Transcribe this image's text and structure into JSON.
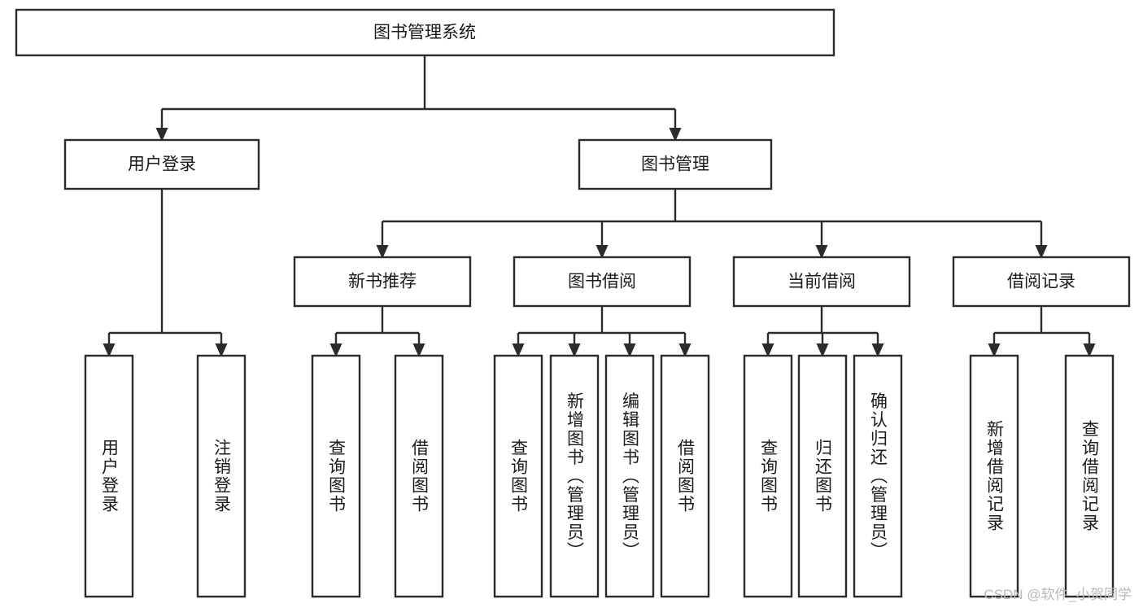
{
  "diagram": {
    "title": "图书管理系统",
    "type": "tree",
    "orientation": "top-down",
    "watermark": "CSDN @软件_小贺同学",
    "colors": {
      "stroke": "#2b2b2b",
      "fill": "#ffffff",
      "text": "#1a1a1a",
      "watermark": "#b9b9b9",
      "background": "#ffffff"
    },
    "nodes": {
      "root": {
        "label": "图书管理系统"
      },
      "level2": [
        {
          "id": "user-login",
          "label": "用户登录"
        },
        {
          "id": "book-manage",
          "label": "图书管理"
        }
      ],
      "level3": [
        {
          "id": "new-book-rec",
          "label": "新书推荐"
        },
        {
          "id": "book-borrow",
          "label": "图书借阅"
        },
        {
          "id": "current-borrow",
          "label": "当前借阅"
        },
        {
          "id": "borrow-record",
          "label": "借阅记录"
        }
      ],
      "leaves_user_login": [
        {
          "id": "leaf-user-login",
          "label": "用户登录"
        },
        {
          "id": "leaf-logout",
          "label": "注销登录"
        }
      ],
      "leaves_new_book_rec": [
        {
          "id": "leaf-query-book-1",
          "label": "查询图书"
        },
        {
          "id": "leaf-borrow-book-1",
          "label": "借阅图书"
        }
      ],
      "leaves_book_borrow": [
        {
          "id": "leaf-query-book-2",
          "label": "查询图书"
        },
        {
          "id": "leaf-add-book",
          "label": "新增图书（管理员）"
        },
        {
          "id": "leaf-edit-book",
          "label": "编辑图书（管理员）"
        },
        {
          "id": "leaf-borrow-book-2",
          "label": "借阅图书"
        }
      ],
      "leaves_current_borrow": [
        {
          "id": "leaf-query-book-3",
          "label": "查询图书"
        },
        {
          "id": "leaf-return-book",
          "label": "归还图书"
        },
        {
          "id": "leaf-confirm-return",
          "label": "确认归还（管理员）"
        }
      ],
      "leaves_borrow_record": [
        {
          "id": "leaf-add-record",
          "label": "新增借阅记录"
        },
        {
          "id": "leaf-query-record",
          "label": "查询借阅记录"
        }
      ]
    }
  }
}
